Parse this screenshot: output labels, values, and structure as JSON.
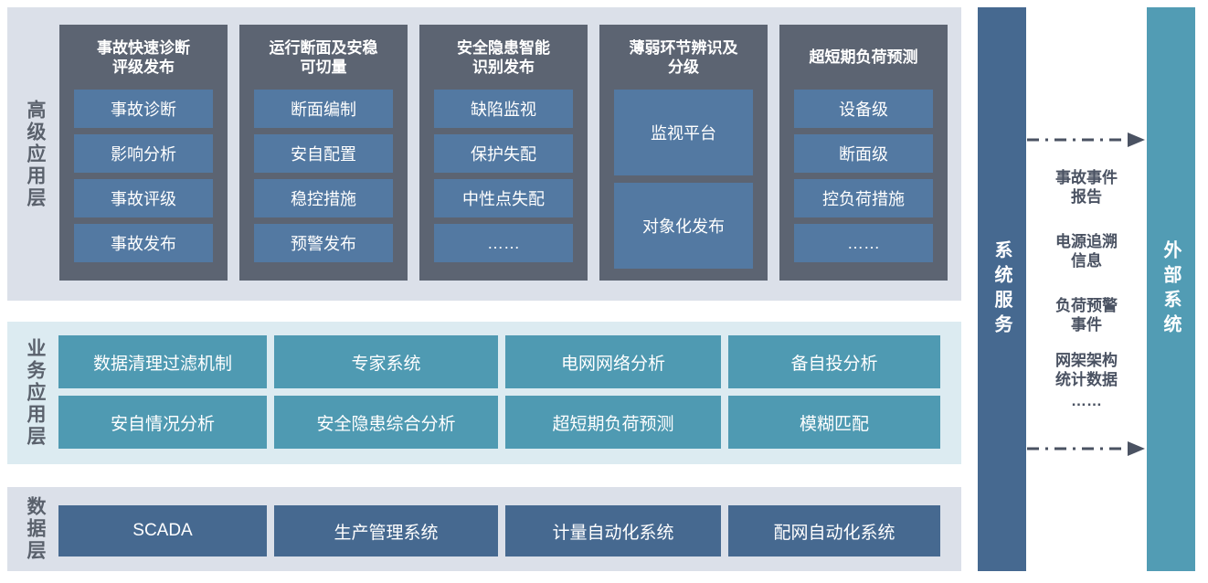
{
  "colors": {
    "band_top_bg": "#dbe0e9",
    "band_mid_bg": "#dcebf1",
    "band_bottom_bg": "#dbe0e9",
    "panel_bg": "#5c6472",
    "panel_button_bg": "#5379a2",
    "business_button_bg": "#4f9ab2",
    "data_button_bg": "#466990",
    "system_bar_bg": "#466990",
    "external_bar_bg": "#529cb4",
    "label_text": "#5a616c",
    "arrow_text": "#4a5262",
    "white_text": "#ffffff"
  },
  "advanced_layer": {
    "label": "高级应用层",
    "panels": [
      {
        "title": "事故快速诊断\n评级发布",
        "items": [
          "事故诊断",
          "影响分析",
          "事故评级",
          "事故发布"
        ]
      },
      {
        "title": "运行断面及安稳\n可切量",
        "items": [
          "断面编制",
          "安自配置",
          "稳控措施",
          "预警发布"
        ]
      },
      {
        "title": "安全隐患智能\n识别发布",
        "items": [
          "缺陷监视",
          "保护失配",
          "中性点失配",
          "……"
        ]
      },
      {
        "title": "薄弱环节辨识及\n分级",
        "items": [
          "监视平台",
          "对象化发布"
        ]
      },
      {
        "title": "超短期负荷预测",
        "items": [
          "设备级",
          "断面级",
          "控负荷措施",
          "……"
        ]
      }
    ]
  },
  "business_layer": {
    "label": "业务应用层",
    "row1": [
      "数据清理过滤机制",
      "专家系统",
      "电网网络分析",
      "备自投分析"
    ],
    "row2": [
      "安自情况分析",
      "安全隐患综合分析",
      "超短期负荷预测",
      "模糊匹配"
    ]
  },
  "data_layer": {
    "label": "数据层",
    "items": [
      "SCADA",
      "生产管理系统",
      "计量自动化系统",
      "配网自动化系统"
    ]
  },
  "system_service_bar": {
    "label": "系统服务"
  },
  "external_system_bar": {
    "label": "外部系统"
  },
  "exchange": {
    "items": [
      "事故事件\n报告",
      "电源追溯\n信息",
      "负荷预警\n事件",
      "网架架构\n统计数据",
      "……"
    ]
  }
}
